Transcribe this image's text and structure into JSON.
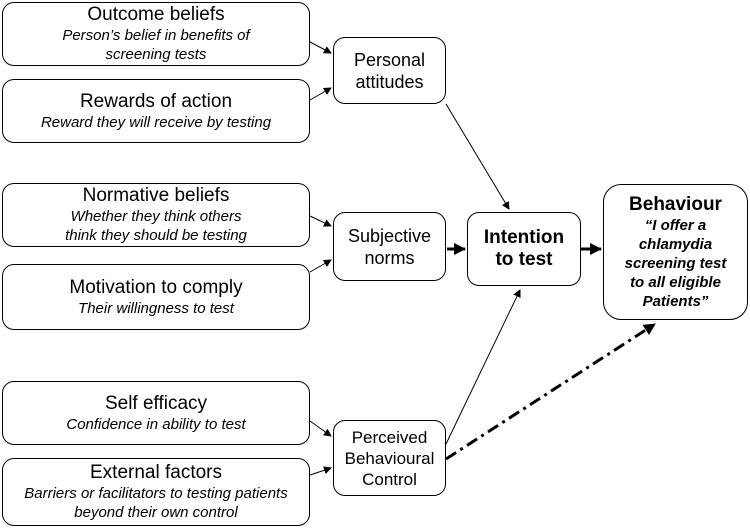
{
  "determinants": [
    {
      "title": "Outcome beliefs",
      "desc": "Person’s belief in benefits of\nscreening tests"
    },
    {
      "title": "Rewards of  action",
      "desc": "Reward they will receive by testing"
    },
    {
      "title": "Normative beliefs",
      "desc": "Whether they think others\nthink they should be testing"
    },
    {
      "title": "Motivation to comply",
      "desc": "Their willingness to test"
    },
    {
      "title": "Self efficacy",
      "desc": "Confidence in ability to test"
    },
    {
      "title": "External  factors",
      "desc": "Barriers or facilitators to testing patients\nbeyond their own control"
    }
  ],
  "constructs": {
    "personal_attitudes": "Personal\nattitudes",
    "subjective_norms": "Subjective\nnorms",
    "perceived_control": "Perceived\nBehavioural\nControl"
  },
  "intention": "Intention\nto test",
  "behaviour": {
    "title": "Behaviour",
    "quote": "“I offer a\nchlamydia\nscreening test\nto all eligible\nPatients”"
  }
}
